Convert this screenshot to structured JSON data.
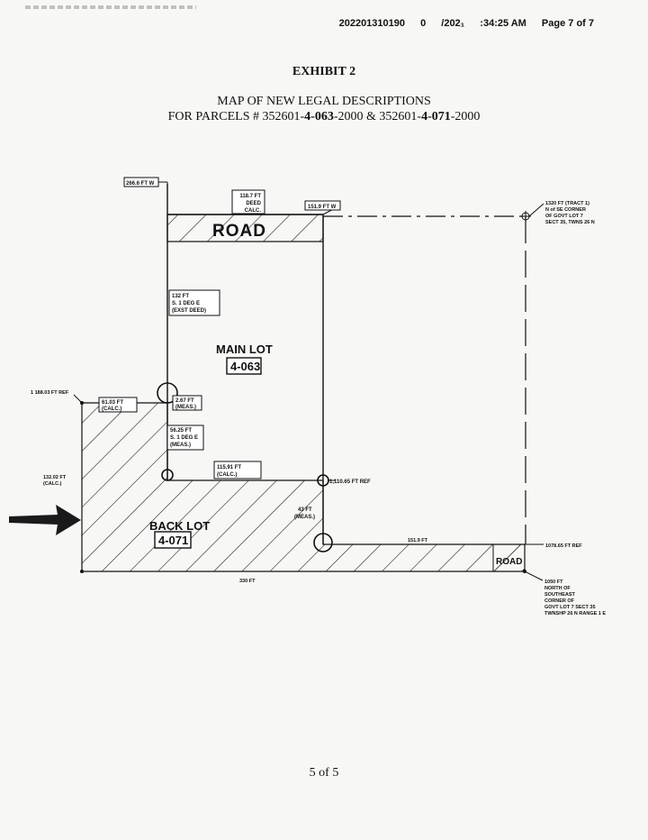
{
  "header": {
    "doc_number": "202201310190",
    "field_a": "0",
    "date_partial": "/202₁",
    "time": ":34:25 AM",
    "page": "Page 7 of 7"
  },
  "exhibit": "EXHIBIT 2",
  "title": {
    "line1": "MAP OF NEW LEGAL DESCRIPTIONS",
    "line2_prefix": "FOR PARCELS # 352601-",
    "parcel1_bold": "4-063",
    "parcel1_suffix": "-2000 & 352601-",
    "parcel2_bold": "4-071",
    "parcel2_suffix": "-2000"
  },
  "map": {
    "road_top": "ROAD",
    "road_bottom": "ROAD",
    "main_lot": "MAIN LOT",
    "main_lot_num": "4-063",
    "back_lot": "BACK LOT",
    "back_lot_num": "4-071",
    "tl_ref": "266.6 FT W",
    "deed": [
      "118.7 FT",
      "DEED",
      "CALC."
    ],
    "top_right_w": "151.9 FT W",
    "tr_note": [
      "1320 FT (TRACT 1)",
      "N of SE CORNER",
      "OF GOVT LOT 7",
      "SECT 35, TWNS 26 N"
    ],
    "east_side": [
      "132 FT",
      "S. 1 DEG E",
      "(EXST DEED)"
    ],
    "left_ref": "1 188.03 FT REF",
    "calc61": [
      "61.03 FT",
      "(CALC.)"
    ],
    "meas267": [
      "2.67 FT",
      "(MEAS.)"
    ],
    "s5625": [
      "56.25 FT",
      "S. 1 DEG E",
      "(MEAS.)"
    ],
    "calc11591": [
      "115.91 FT",
      "(CALC.)"
    ],
    "ref1110": "1,110.65 FT REF",
    "west_side": [
      "132.02 FT",
      "(CALC.)"
    ],
    "meas43": [
      "43 FT",
      "(MEAS.)"
    ],
    "bottom_151": "151.9 FT",
    "ref1078": "1078.65 FT REF",
    "bottom_330": "330 FT",
    "br_note": [
      "1050 FT",
      "NORTH OF",
      "SOUTHEAST",
      "CORNER OF",
      "GOVT LOT 7 SECT 35",
      "TWNSHP 26 N RANGE 1 E"
    ]
  },
  "footer": "5 of 5"
}
